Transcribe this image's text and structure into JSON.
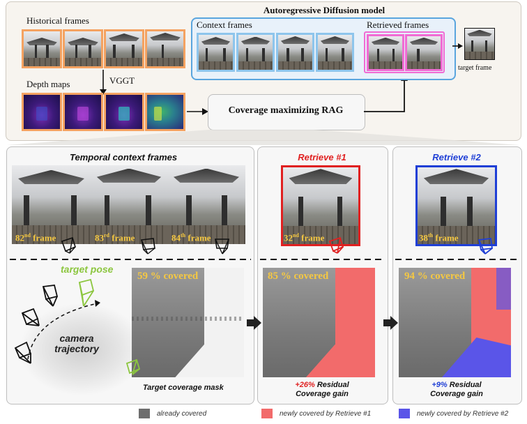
{
  "top": {
    "historical_label": "Historical frames",
    "vggt_label": "VGGT",
    "depth_label": "Depth maps",
    "model_title": "Autoregressive Diffusion model",
    "context_label": "Context frames",
    "retrieved_label": "Retrieved frames",
    "target_label": "target frame",
    "rag_label": "Coverage maximizing RAG"
  },
  "bottom": {
    "temporal_title": "Temporal context frames",
    "frames": [
      {
        "num": "82",
        "sup": "nd",
        "word": "frame"
      },
      {
        "num": "83",
        "sup": "rd",
        "word": "frame"
      },
      {
        "num": "84",
        "sup": "th",
        "word": "frame"
      }
    ],
    "target_pose": "target pose",
    "trajectory": "camera\ntrajectory",
    "mask_title": "Target coverage mask",
    "covered_1": "59 % covered",
    "retrieve1_title": "Retrieve #1",
    "retrieve1_frame": {
      "num": "32",
      "sup": "nd",
      "word": "frame"
    },
    "covered_2": "85 % covered",
    "gain1_pct": "+26%",
    "gain1_rest": " Residual",
    "gain1_line2": "Coverage gain",
    "retrieve2_title": "Retrieve #2",
    "retrieve2_frame": {
      "num": "38",
      "sup": "th",
      "word": "frame"
    },
    "covered_3": "94 % covered",
    "gain2_pct": "+9%",
    "gain2_rest": " Residual",
    "gain2_line2": "Coverage gain"
  },
  "legend": {
    "already": "already covered",
    "new1": "newly covered by Retrieve #1",
    "new2": "newly covered by Retrieve #2"
  },
  "colors": {
    "orange": "#f4a261",
    "blue": "#8ec5ec",
    "pink": "#f06cd4",
    "red": "#e02020",
    "navy": "#1f3fd6",
    "green": "#8cc63f",
    "grey": "#6e6e6e",
    "salmon": "#f26b6b",
    "violet": "#5a55e8"
  }
}
